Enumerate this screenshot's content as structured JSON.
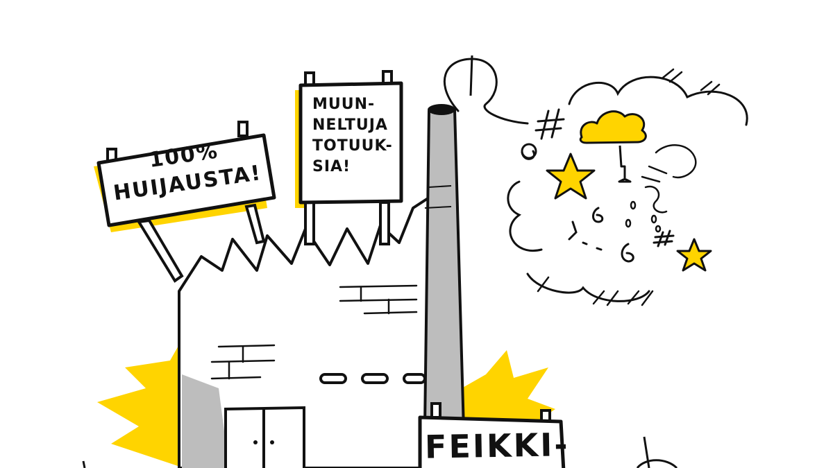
{
  "signs": {
    "left": "100%\nHUIJAUSTA!",
    "middle": "MUUN-\nNELTUJA\nTOTUUK-\nSIA!",
    "bottom": "FEIKKI-"
  },
  "colors": {
    "accent_yellow": "#FFD400",
    "chimney_gray": "#BDBDBD",
    "ink": "#111111",
    "background": "#FFFFFF"
  },
  "icons": [
    "factory-icon",
    "chimney-icon",
    "smoke-cloud-icon",
    "star-icon",
    "rain-cloud-icon",
    "arrow-down-icon"
  ]
}
